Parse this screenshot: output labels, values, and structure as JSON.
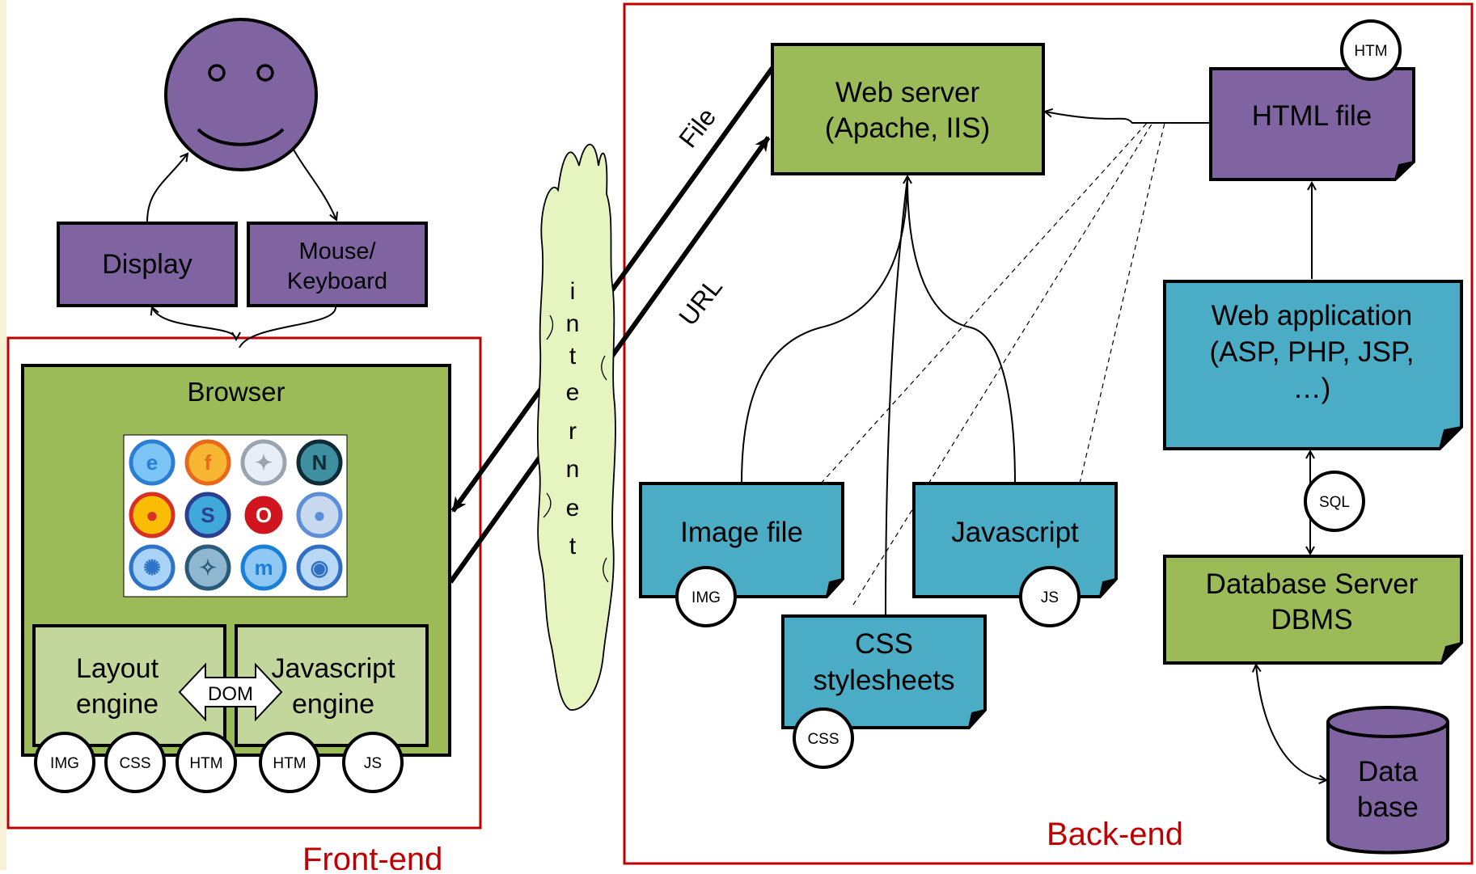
{
  "colors": {
    "purple": "#8064a2",
    "green": "#9bbb59",
    "light_green": "#c3d69b",
    "blue": "#4bacc6",
    "cloud": "#e6f5c0",
    "red": "#c00000",
    "edge_strip": "#f7f2d6"
  },
  "regions": {
    "front_end": "Front-end",
    "back_end": "Back-end"
  },
  "user": {
    "icon": "smiley-face-icon"
  },
  "display": "Display",
  "input_device": {
    "line1": "Mouse/",
    "line2": "Keyboard"
  },
  "browser": {
    "title": "Browser",
    "logos": [
      "internet-explorer-icon",
      "firefox-icon",
      "safari-icon",
      "netscape-icon",
      "chrome-icon",
      "seamonkey-icon",
      "opera-icon",
      "flock-icon",
      "konqueror-icon",
      "arora-icon",
      "maxthon-icon",
      "kmeleon-icon"
    ],
    "layout_engine": {
      "line1": "Layout",
      "line2": "engine"
    },
    "javascript_engine": {
      "line1": "Javascript",
      "line2": "engine"
    },
    "dom": "DOM",
    "badges": [
      "IMG",
      "CSS",
      "HTM",
      "HTM",
      "JS"
    ]
  },
  "internet": [
    "i",
    "n",
    "t",
    "e",
    "r",
    "n",
    "e",
    "t"
  ],
  "arrows": {
    "file": "File",
    "url": "URL"
  },
  "web_server": {
    "line1": "Web server",
    "line2": "(Apache, IIS)"
  },
  "html_file": {
    "label": "HTML file",
    "badge": "HTM"
  },
  "web_application": {
    "line1": "Web application",
    "line2": "(ASP, PHP, JSP,",
    "line3": "…)"
  },
  "sql": "SQL",
  "database_server": {
    "line1": "Database Server",
    "line2": "DBMS"
  },
  "database": {
    "line1": "Data",
    "line2": "base"
  },
  "image_file": {
    "label": "Image file",
    "badge": "IMG"
  },
  "javascript_file": {
    "label": "Javascript",
    "badge": "JS"
  },
  "css_file": {
    "line1": "CSS",
    "line2": "stylesheets",
    "badge": "CSS"
  }
}
